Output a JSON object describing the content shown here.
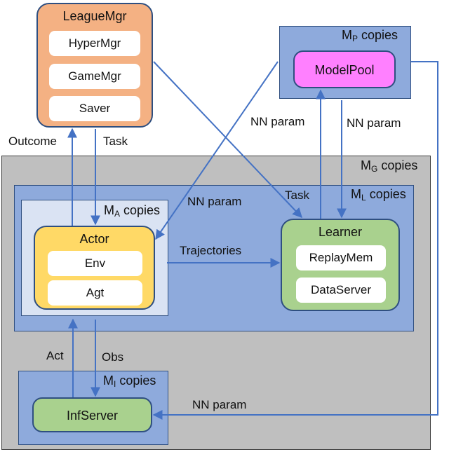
{
  "nodes": {
    "league_mgr": {
      "title": "LeagueMgr",
      "items": [
        "HyperMgr",
        "GameMgr",
        "Saver"
      ]
    },
    "model_pool": {
      "title": "ModelPool"
    },
    "actor": {
      "title": "Actor",
      "items": [
        "Env",
        "Agt"
      ]
    },
    "learner": {
      "title": "Learner",
      "items": [
        "ReplayMem",
        "DataServer"
      ]
    },
    "inf_server": {
      "title": "InfServer"
    }
  },
  "regions": {
    "mp": {
      "prefix": "M",
      "sub": "P",
      "suffix": " copies"
    },
    "mg": {
      "prefix": "M",
      "sub": "G",
      "suffix": " copies"
    },
    "ml": {
      "prefix": "M",
      "sub": "L",
      "suffix": " copies"
    },
    "ma": {
      "prefix": "M",
      "sub": "A",
      "suffix": " copies"
    },
    "mi": {
      "prefix": "M",
      "sub": "I",
      "suffix": " copies"
    }
  },
  "edges": {
    "outcome": "Outcome",
    "task_left": "Task",
    "task_right": "Task",
    "nn_param_mp_left": "NN param",
    "nn_param_mp_right": "NN param",
    "nn_param_actor": "NN param",
    "trajectories": "Trajectories",
    "act": "Act",
    "obs": "Obs",
    "nn_param_inf": "NN param"
  },
  "colors": {
    "league_mgr": "#f4b183",
    "model_pool": "#ff80ff",
    "actor": "#ffd966",
    "learner": "#a9d18e",
    "inf_server": "#a9d18e",
    "region_gray": "#bfbfbf",
    "region_blue": "#8eaadc",
    "region_light": "#dae3f3",
    "arrow": "#4472c4"
  }
}
